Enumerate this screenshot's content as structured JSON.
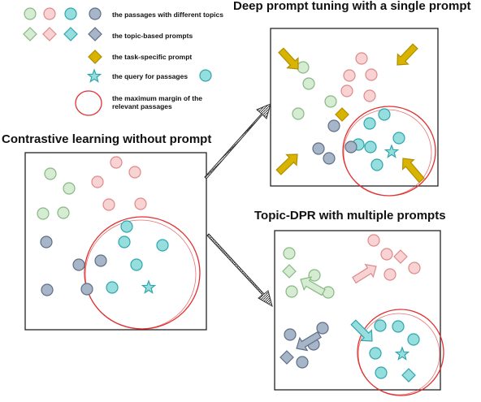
{
  "legend": {
    "passages": "the passages with different topics",
    "topic_prompts": "the topic-based prompts",
    "task_prompt": "the task-specific prompt",
    "query": "the query for passages",
    "margin_line1": "the maximum margin of the",
    "margin_line2": "relevant passages"
  },
  "titles": {
    "left": "Contrastive learning without prompt",
    "top_right": "Deep prompt tuning with a single prompt",
    "bottom_right": "Topic-DPR with multiple prompts"
  },
  "colors": {
    "green_fill": "#d5ecd2",
    "green_stroke": "#88b884",
    "pink_fill": "#f9d3d3",
    "pink_stroke": "#dd8a8a",
    "cyan_fill": "#96dede",
    "cyan_stroke": "#2fa6ad",
    "slate_fill": "#a6b5c7",
    "slate_stroke": "#5f6f86",
    "gold_fill": "#d8b300",
    "gold_stroke": "#b08e00",
    "red_circle": "#e03131",
    "arrow_gray": "#444444"
  }
}
